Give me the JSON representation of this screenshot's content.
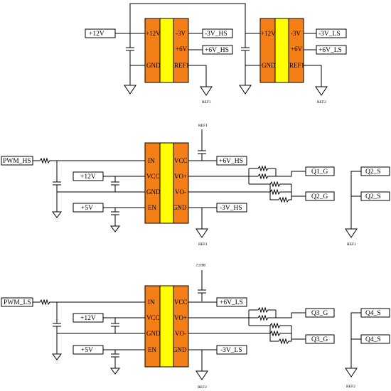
{
  "supply_section": {
    "input_label": "+12V",
    "chip_hs": {
      "pins_left": [
        "+12V",
        "GND"
      ],
      "pins_right": [
        "-3V",
        "+6V",
        "REF1"
      ],
      "out_labels": [
        "-3V_HS",
        "+6V_HS"
      ],
      "ground_label": "REF1"
    },
    "chip_ls": {
      "pins_left": [
        "+12V",
        "GND"
      ],
      "pins_right": [
        "-3V",
        "+6V",
        "REF1"
      ],
      "out_labels": [
        "-3V_LS",
        "+6V_LS"
      ],
      "ground_label": "REF2"
    }
  },
  "driver_hs": {
    "input_label": "PWM_HS",
    "vcc_label": "+12V",
    "en_label": "+5V",
    "pins_left": [
      "IN",
      "VCC",
      "GND",
      "EN"
    ],
    "pins_right": [
      "VCC",
      "VO+",
      "VO-",
      "GND"
    ],
    "vcc_out_label": "+6V_HS",
    "gnd_out_label": "-3V_HS",
    "gate_labels": [
      "Q1_G",
      "Q2_G"
    ],
    "source_labels": [
      "Q2_S",
      "Q2_S"
    ],
    "cap_label": "REF1",
    "ground_label_chip": "REF1",
    "ground_label_source": "REF1"
  },
  "driver_ls": {
    "input_label": "PWM_LS",
    "vcc_label": "+12V",
    "en_label": "+5V",
    "pins_left": [
      "IN",
      "VCC",
      "GND",
      "EN"
    ],
    "pins_right": [
      "VCC",
      "VO+",
      "VO-",
      "GND"
    ],
    "vcc_out_label": "+6V_LS",
    "gnd_out_label": "-3V_LS",
    "gate_labels": [
      "Q3_G",
      "Q3_G"
    ],
    "source_labels": [
      "Q4_S",
      "Q4_S"
    ],
    "cap_label": "REF2",
    "ground_label_chip": "REF2",
    "ground_label_source": "REF2"
  },
  "colors": {
    "chip_body": "#f47f17",
    "chip_stripe": "#ffff00",
    "wire": "#000000"
  }
}
